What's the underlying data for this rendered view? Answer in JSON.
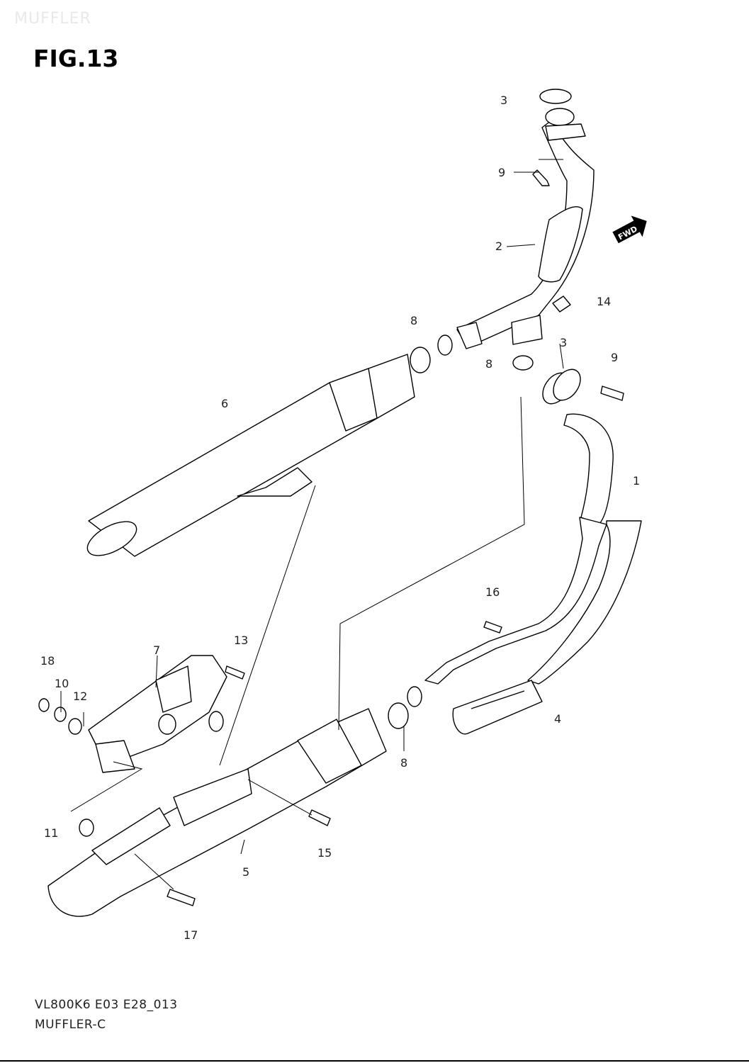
{
  "watermark": "MUFFLER",
  "title": "FIG.13",
  "fwd_badge": "FWD",
  "footer": {
    "code": "VL800K6 E03 E28_013",
    "name": "MUFFLER-C"
  },
  "callouts": {
    "c1": "1",
    "c2": "2",
    "c3a": "3",
    "c3b": "3",
    "c4": "4",
    "c5": "5",
    "c6": "6",
    "c7": "7",
    "c8a": "8",
    "c8b": "8",
    "c8c": "8",
    "c9a": "9",
    "c9b": "9",
    "c10": "10",
    "c11": "11",
    "c12": "12",
    "c13": "13",
    "c14": "14",
    "c15": "15",
    "c16": "16",
    "c17": "17",
    "c18": "18"
  }
}
